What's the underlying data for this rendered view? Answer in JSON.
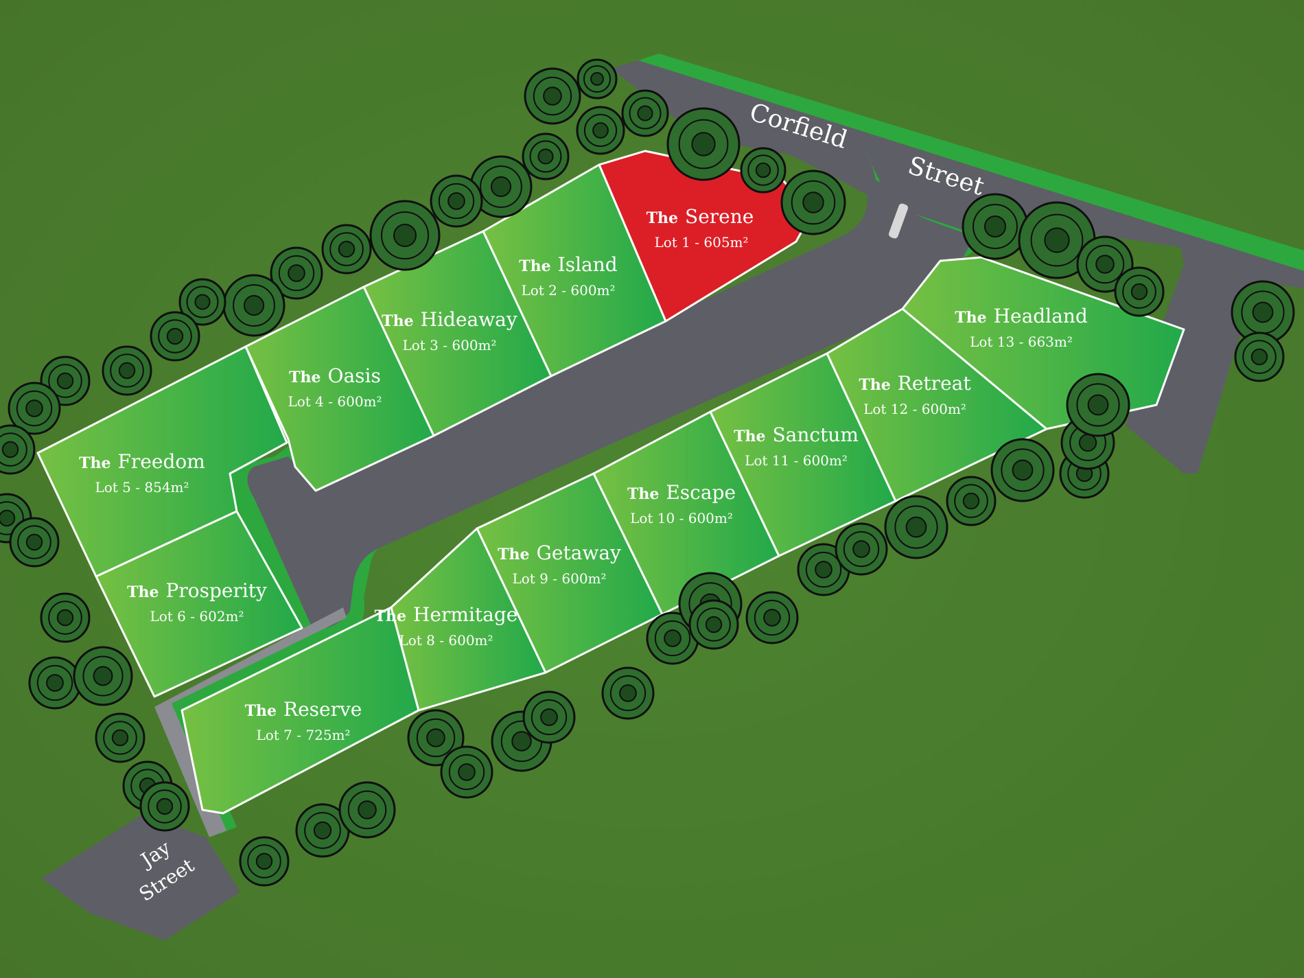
{
  "map": {
    "colors": {
      "background": "#4b7c2f",
      "lot": "#3fb14a",
      "lot_highlight": "#dc1f26",
      "road": "#5e5e66",
      "verge": "#2da83f",
      "boundary": "#ffffff",
      "tree": "#2f6d2f"
    },
    "streets": {
      "corfield_line1": "Corfield",
      "corfield_line2": "Street",
      "jay_line1": "Jay",
      "jay_line2": "Street"
    },
    "lots": [
      {
        "id": 1,
        "prefix": "The",
        "name": "Serene",
        "size": "Lot 1 - 605m²",
        "status": "highlighted"
      },
      {
        "id": 2,
        "prefix": "The",
        "name": "Island",
        "size": "Lot 2 - 600m²"
      },
      {
        "id": 3,
        "prefix": "The",
        "name": "Hideaway",
        "size": "Lot 3 - 600m²"
      },
      {
        "id": 4,
        "prefix": "The",
        "name": "Oasis",
        "size": "Lot 4 - 600m²"
      },
      {
        "id": 5,
        "prefix": "The",
        "name": "Freedom",
        "size": "Lot 5 - 854m²"
      },
      {
        "id": 6,
        "prefix": "The",
        "name": "Prosperity",
        "size": "Lot 6 - 602m²"
      },
      {
        "id": 7,
        "prefix": "The",
        "name": "Reserve",
        "size": "Lot 7 - 725m²"
      },
      {
        "id": 8,
        "prefix": "The",
        "name": "Hermitage",
        "size": "Lot 8 - 600m²"
      },
      {
        "id": 9,
        "prefix": "The",
        "name": "Getaway",
        "size": "Lot 9 - 600m²"
      },
      {
        "id": 10,
        "prefix": "The",
        "name": "Escape",
        "size": "Lot 10 - 600m²"
      },
      {
        "id": 11,
        "prefix": "The",
        "name": "Sanctum",
        "size": "Lot 11 - 600m²"
      },
      {
        "id": 12,
        "prefix": "The",
        "name": "Retreat",
        "size": "Lot 12 - 600m²"
      },
      {
        "id": 13,
        "prefix": "The",
        "name": "Headland",
        "size": "Lot 13 - 663m²"
      }
    ]
  }
}
